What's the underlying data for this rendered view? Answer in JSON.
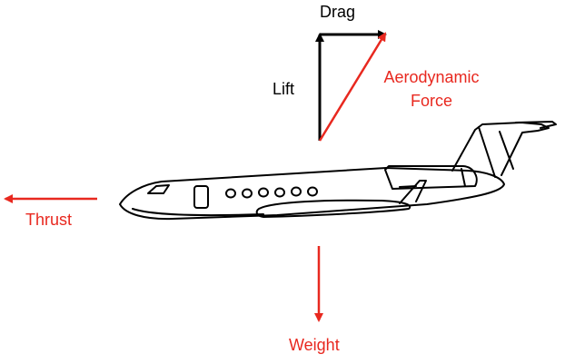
{
  "labels": {
    "drag": "Drag",
    "lift": "Lift",
    "aerodynamic_force_line1": "Aerodynamic",
    "aerodynamic_force_line2": "Force",
    "thrust": "Thrust",
    "weight": "Weight"
  },
  "colors": {
    "force_red": "#e8281f",
    "black": "#000000"
  },
  "icons": {
    "aircraft": "business-jet-icon"
  }
}
